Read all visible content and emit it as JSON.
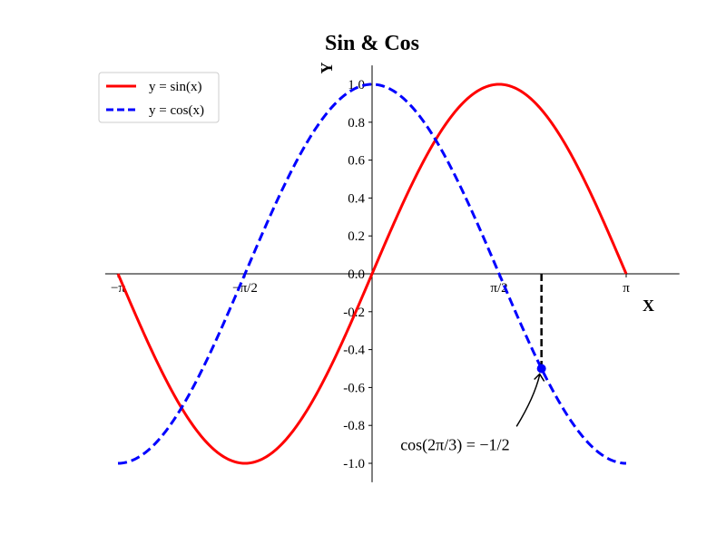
{
  "chart_data": {
    "type": "line",
    "title": "Sin & Cos",
    "xlabel": "X",
    "ylabel": "Y",
    "xlim": [
      -3.3,
      3.8
    ],
    "ylim": [
      -1.1,
      1.1
    ],
    "x_ticks": [
      {
        "value": -3.14159,
        "label": "−π"
      },
      {
        "value": -1.5708,
        "label": "−π/2"
      },
      {
        "value": 1.5708,
        "label": "π/2"
      },
      {
        "value": 3.14159,
        "label": "π"
      }
    ],
    "y_ticks": [
      {
        "value": 1.0,
        "label": "1.0"
      },
      {
        "value": 0.8,
        "label": "0.8"
      },
      {
        "value": 0.6,
        "label": "0.6"
      },
      {
        "value": 0.4,
        "label": "0.4"
      },
      {
        "value": 0.2,
        "label": "0.2"
      },
      {
        "value": 0.0,
        "label": "0.0"
      },
      {
        "value": -0.2,
        "label": "-0.2"
      },
      {
        "value": -0.4,
        "label": "-0.4"
      },
      {
        "value": -0.6,
        "label": "-0.6"
      },
      {
        "value": -0.8,
        "label": "-0.8"
      },
      {
        "value": -1.0,
        "label": "-1.0"
      }
    ],
    "series": [
      {
        "name": "y = sin(x)",
        "color": "#ff0000",
        "style": "solid",
        "x": [
          -3.1416,
          -2.8274,
          -2.5133,
          -2.1991,
          -1.885,
          -1.5708,
          -1.2566,
          -0.9425,
          -0.6283,
          -0.3142,
          0,
          0.3142,
          0.6283,
          0.9425,
          1.2566,
          1.5708,
          1.885,
          2.1991,
          2.5133,
          2.8274,
          3.1416
        ],
        "y": [
          0,
          -0.309,
          -0.5878,
          -0.809,
          -0.9511,
          -1,
          -0.9511,
          -0.809,
          -0.5878,
          -0.309,
          0,
          0.309,
          0.5878,
          0.809,
          0.9511,
          1,
          0.9511,
          0.809,
          0.5878,
          0.309,
          0
        ]
      },
      {
        "name": "y = cos(x)",
        "color": "#0000ff",
        "style": "dashed",
        "x": [
          -3.1416,
          -2.8274,
          -2.5133,
          -2.1991,
          -1.885,
          -1.5708,
          -1.2566,
          -0.9425,
          -0.6283,
          -0.3142,
          0,
          0.3142,
          0.6283,
          0.9425,
          1.2566,
          1.5708,
          1.885,
          2.1991,
          2.5133,
          2.8274,
          3.1416
        ],
        "y": [
          -1,
          -0.9511,
          -0.809,
          -0.5878,
          -0.309,
          0,
          0.309,
          0.5878,
          0.809,
          0.9511,
          1,
          0.9511,
          0.809,
          0.5878,
          0.309,
          0,
          -0.309,
          -0.5878,
          -0.809,
          -0.9511,
          -1
        ]
      }
    ],
    "annotation": {
      "x": 2.0944,
      "y": -0.5,
      "text": "cos(2π/3) = −1/2",
      "text_anchor_data": [
        0.35,
        -0.93
      ]
    },
    "legend": "top-left",
    "grid": false,
    "spines": "centered"
  }
}
